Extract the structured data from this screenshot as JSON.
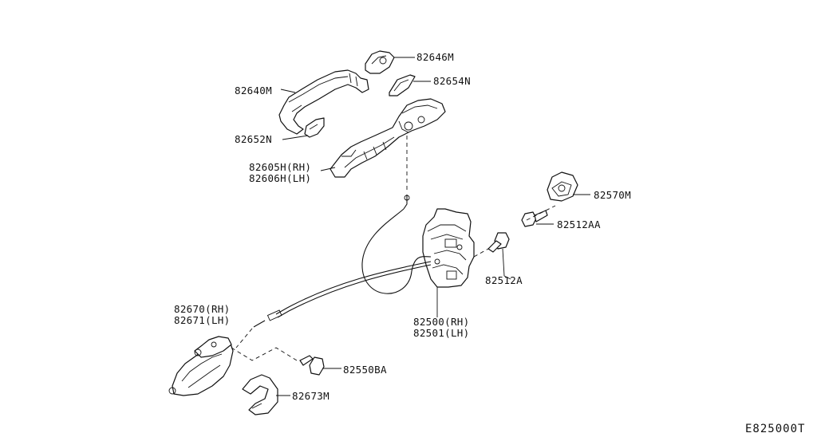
{
  "labels": {
    "p82646M": "82646M",
    "p82654N": "82654N",
    "p82640M": "82640M",
    "p82652N": "82652N",
    "p82605H": "82605H(RH)",
    "p82606H": "82606H(LH)",
    "p82570M": "82570M",
    "p82512AA": "82512AA",
    "p82512A": "82512A",
    "p82500": "82500(RH)",
    "p82501": "82501(LH)",
    "p82670": "82670(RH)",
    "p82671": "82671(LH)",
    "p82550BA": "82550BA",
    "p82673M": "82673M"
  },
  "diagram_code": "E825000T",
  "colors": {
    "line": "#111111",
    "background": "#ffffff"
  }
}
